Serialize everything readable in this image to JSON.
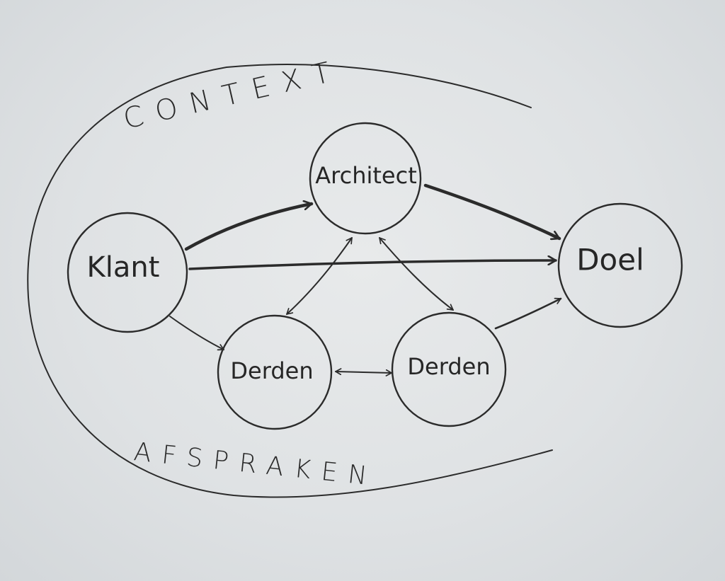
{
  "frame": {
    "top_label": "CONTEXT",
    "bottom_label": "AFSPRAKEN"
  },
  "nodes": {
    "architect": "Architect",
    "klant": "Klant",
    "doel": "Doel",
    "derden_left": "Derden",
    "derden_right": "Derden"
  },
  "colors": {
    "ink": "#2b2b2b",
    "paper": "#e3e6e8"
  }
}
